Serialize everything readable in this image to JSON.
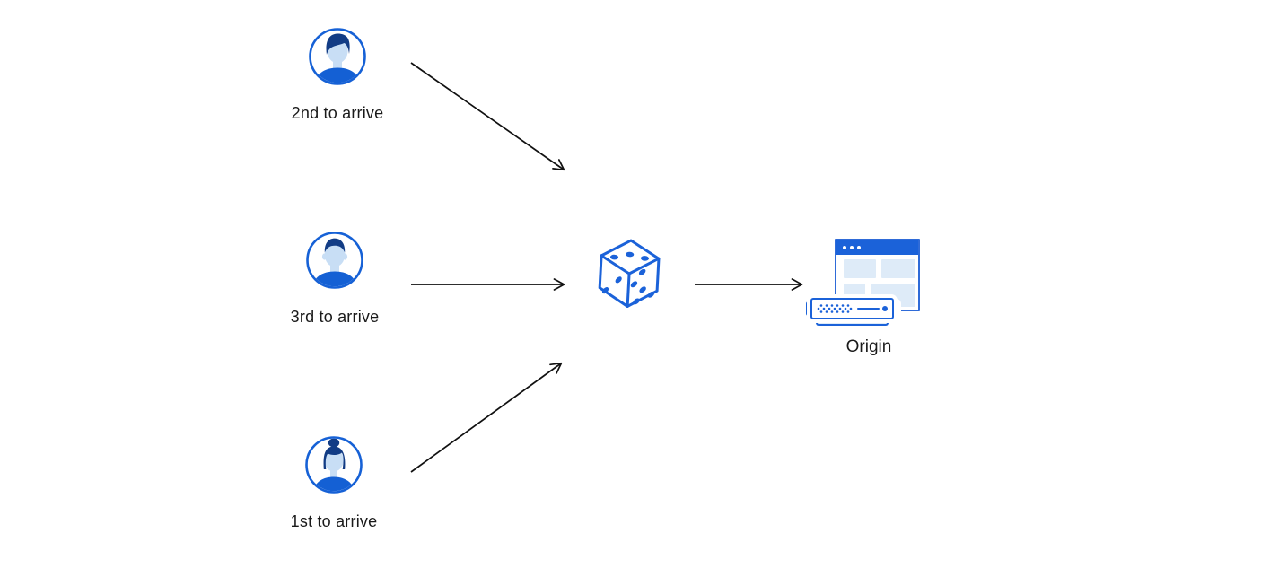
{
  "colors": {
    "accent_blue": "#1B62D9",
    "panel_light_blue": "#DEEBF8",
    "face_light_blue": "#C8DEF5",
    "hair_navy": "#123C85",
    "arrow_black": "#111111",
    "text_black": "#1A1A1A",
    "background": "#FFFFFF"
  },
  "nodes": {
    "users": [
      {
        "label": "2nd to arrive",
        "icon": "avatar-man-pompadour-icon"
      },
      {
        "label": "3rd to arrive",
        "icon": "avatar-man-crop-hair-icon"
      },
      {
        "label": "1st to arrive",
        "icon": "avatar-woman-bun-icon"
      }
    ],
    "randomizer": {
      "icon": "dice-icon"
    },
    "origin": {
      "label": "Origin",
      "icons": [
        "browser-window-icon",
        "server-icon"
      ]
    }
  },
  "arrows": [
    {
      "from": "user-2nd-to-arrive",
      "to": "dice"
    },
    {
      "from": "user-3rd-to-arrive",
      "to": "dice"
    },
    {
      "from": "user-1st-to-arrive",
      "to": "dice"
    },
    {
      "from": "dice",
      "to": "origin"
    }
  ]
}
